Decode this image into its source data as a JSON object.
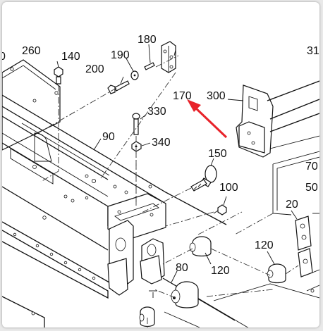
{
  "diagram": {
    "callouts": [
      {
        "id": "c260",
        "text": "260"
      },
      {
        "id": "c140",
        "text": "140"
      },
      {
        "id": "c190",
        "text": "190"
      },
      {
        "id": "c180",
        "text": "180"
      },
      {
        "id": "c200",
        "text": "200"
      },
      {
        "id": "c170",
        "text": "170"
      },
      {
        "id": "c300",
        "text": "300"
      },
      {
        "id": "c330",
        "text": "330"
      },
      {
        "id": "c90",
        "text": "90"
      },
      {
        "id": "c340",
        "text": "340"
      },
      {
        "id": "c150",
        "text": "150"
      },
      {
        "id": "c100",
        "text": "100"
      },
      {
        "id": "c20",
        "text": "20"
      },
      {
        "id": "c120a",
        "text": "120"
      },
      {
        "id": "c120b",
        "text": "120"
      },
      {
        "id": "c80",
        "text": "80"
      },
      {
        "id": "c70",
        "text": "70"
      },
      {
        "id": "c50",
        "text": "50"
      },
      {
        "id": "c31",
        "text": "31"
      },
      {
        "id": "c0",
        "text": "0"
      }
    ],
    "arrow_color": "#e8232a"
  }
}
